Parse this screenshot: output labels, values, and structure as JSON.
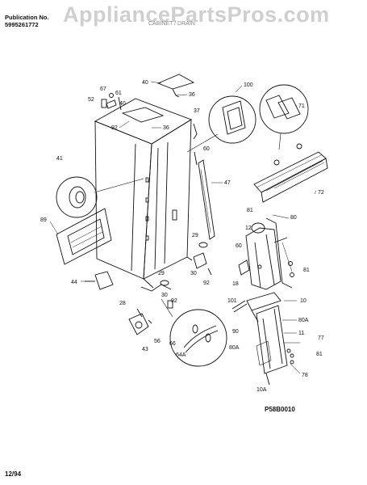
{
  "header": {
    "publication_label": "Publication No.",
    "publication_number": "5995261772",
    "watermark": "AppliancePartsPros.com",
    "subtitle": "CABINET / DRAIN"
  },
  "footer": {
    "date": "12/94",
    "drawing_code": "P58B0010"
  },
  "callouts": [
    "40",
    "52",
    "67",
    "61",
    "40",
    "36",
    "37",
    "100",
    "71",
    "92",
    "36",
    "60",
    "47",
    "41",
    "89",
    "81",
    "80",
    "12",
    "60",
    "81",
    "29",
    "30",
    "92",
    "18",
    "44",
    "29",
    "28",
    "92",
    "30",
    "10",
    "101",
    "90",
    "80A",
    "11",
    "77",
    "80A",
    "81",
    "66",
    "43",
    "56",
    "64A",
    "78",
    "72",
    "10A"
  ]
}
